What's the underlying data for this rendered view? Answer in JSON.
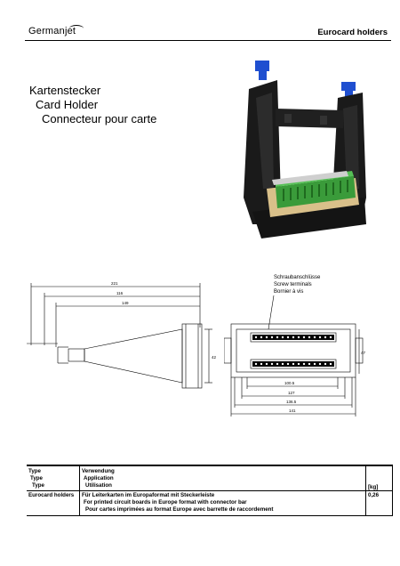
{
  "header": {
    "logo_text_1": "German",
    "logo_text_2": "jet",
    "section": "Eurocard holders"
  },
  "titles": {
    "de": "Kartenstecker",
    "en": "Card Holder",
    "fr": "Connecteur pour carte"
  },
  "drawing_left": {
    "dim_1": "221",
    "dim_2": "116",
    "dim_3": "149",
    "dim_4": "42"
  },
  "drawing_right": {
    "callout_1": "Schraubanschlüsse",
    "callout_2": "Screw terminals",
    "callout_3": "Bornier à vis",
    "dim_1": "100.5",
    "dim_2": "127",
    "dim_3": "136.5",
    "dim_4": "141",
    "dim_5": "47"
  },
  "table": {
    "h_type_1": "Type",
    "h_type_2": "Type",
    "h_type_3": "Type",
    "h_use_1": "Verwendung",
    "h_use_2": "Application",
    "h_use_3": "Utilisation",
    "row_type": "Eurocard holders",
    "row_desc_1": "Für Leiterkarten im Europaformat mit Steckerleiste",
    "row_desc_2": "For printed circuit boards in Europe format with connector bar",
    "row_desc_3": "Pour cartes imprimées au format Europe avec barrette de raccordement",
    "unit": "[kg]",
    "weight": "0,26"
  }
}
